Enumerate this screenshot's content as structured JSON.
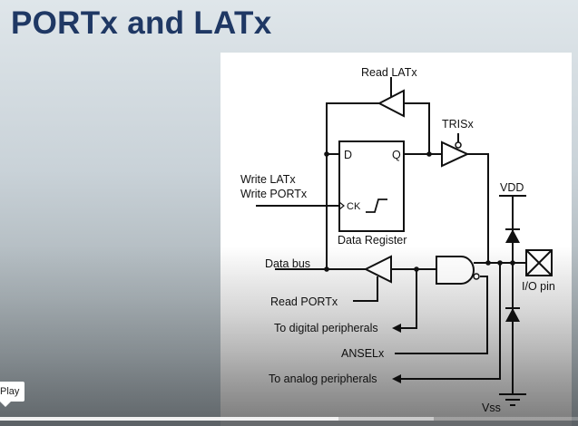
{
  "slide": {
    "title": "PORTx and LATx"
  },
  "diagram": {
    "labels": {
      "read_latx": "Read LATx",
      "trisx": "TRISx",
      "d": "D",
      "q": "Q",
      "write_latx": "Write LATx",
      "write_portx": "Write PORTx",
      "ck": "CK",
      "data_register": "Data Register",
      "vdd": "VDD",
      "data_bus": "Data bus",
      "io_pin": "I/O pin",
      "read_portx": "Read PORTx",
      "to_digital": "To digital peripherals",
      "anselx": "ANSELx",
      "to_analog": "To analog peripherals",
      "vss": "Vss"
    }
  },
  "player": {
    "tooltip": "Play",
    "progress_played_percent": 58.6,
    "progress_buffered_percent": 75
  }
}
